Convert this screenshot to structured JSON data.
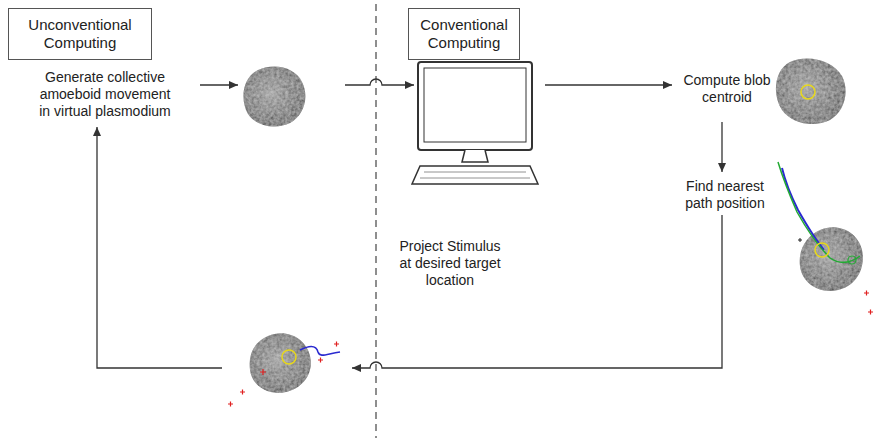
{
  "diagram": {
    "nodes": [
      {
        "text": [
          "Unconventional Computing"
        ]
      },
      {
        "text": [
          "Conventional Computing"
        ]
      }
    ],
    "labels": [
      "Generate collective amoeboid movement in virtual plasmodium",
      "Compute blob centroid",
      "Find nearest path position",
      "Project Stimulus at desired target location"
    ]
  }
}
